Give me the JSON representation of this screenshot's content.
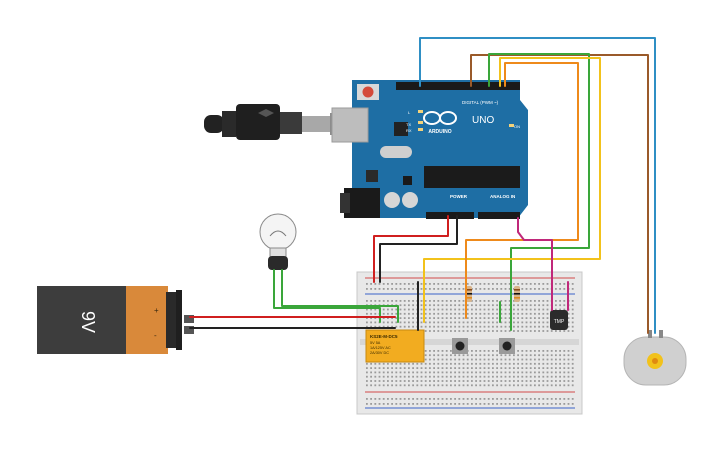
{
  "board": {
    "brand": "ARDUINO",
    "model": "UNO",
    "digital_label": "DIGITAL (PWM ~)",
    "power_label": "POWER",
    "analog_label": "ANALOG IN",
    "led_labels": [
      "L",
      "TX",
      "RX"
    ],
    "on_label": "ON"
  },
  "battery": {
    "voltage": "9V",
    "plus": "+",
    "minus": "-"
  },
  "relay": {
    "part": "KS2E-M-DC5",
    "line1": "5V 5A",
    "line2": "1A/125V AC",
    "line3": "2A/30V DC"
  },
  "sensor": {
    "label": "TMP"
  },
  "colors": {
    "board": "#1e6ea4",
    "breadboard": "#e8e8e8",
    "relay": "#f2ac20",
    "battery_body": "#3d3d3d",
    "battery_cap": "#d9893a",
    "motor": "#d0d0d0",
    "wire_red": "#d01f1f",
    "wire_black": "#222222",
    "wire_green": "#3aa63a",
    "wire_orange": "#ee8a1b",
    "wire_yellow": "#f2c21b",
    "wire_brown": "#9a5a2a",
    "wire_blue": "#2f8fc4",
    "wire_magenta": "#c0287a"
  },
  "icons": [
    "usb-cable-icon",
    "light-bulb-icon",
    "battery-icon",
    "relay-icon",
    "motor-icon",
    "push-button-icon",
    "resistor-icon",
    "temperature-sensor-icon"
  ]
}
